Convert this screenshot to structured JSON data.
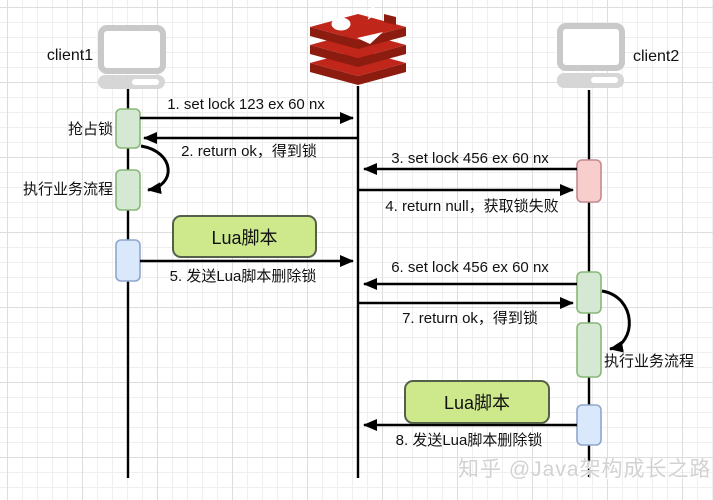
{
  "diagram_title": "Redis distributed lock sequence diagram",
  "actors": {
    "client1": {
      "label": "client1",
      "icon": "computer-icon"
    },
    "redis": {
      "icon": "redis-icon"
    },
    "client2": {
      "label": "client2",
      "icon": "computer-icon"
    }
  },
  "activations": {
    "client1_grab_lock": {
      "label": "抢占锁",
      "color": "#d5e8d4"
    },
    "client1_biz_process": {
      "label": "执行业务流程",
      "color": "#d5e8d4"
    },
    "client1_lua": {
      "label": "",
      "color": "#dae8fc"
    },
    "client2_fail": {
      "label": "",
      "color": "#f8cecc"
    },
    "client2_lock_ok": {
      "label": "",
      "color": "#d5e8d4"
    },
    "client2_biz_process": {
      "label": "执行业务流程",
      "color": "#d5e8d4"
    },
    "client2_lua": {
      "label": "",
      "color": "#dae8fc"
    }
  },
  "messages": [
    {
      "text": "1. set lock 123 ex 60 nx",
      "from": "client1",
      "to": "redis"
    },
    {
      "text": "2. return ok，得到锁",
      "from": "redis",
      "to": "client1"
    },
    {
      "text": "3. set lock 456 ex 60 nx",
      "from": "client2",
      "to": "redis"
    },
    {
      "text": "4. return null，获取锁失败",
      "from": "redis",
      "to": "client2"
    },
    {
      "text": "5. 发送Lua脚本删除锁",
      "from": "client1",
      "to": "redis"
    },
    {
      "text": "6. set lock 456 ex 60 nx",
      "from": "client2",
      "to": "redis"
    },
    {
      "text": "7. return ok，得到锁",
      "from": "redis",
      "to": "client2"
    },
    {
      "text": "8. 发送Lua脚本删除锁",
      "from": "client2",
      "to": "redis"
    }
  ],
  "lua_box_1": {
    "label": "Lua脚本"
  },
  "lua_box_2": {
    "label": "Lua脚本"
  },
  "watermark": "知乎 @Java架构成长之路",
  "colors": {
    "activation_green_fill": "#d5e8d4",
    "activation_green_border": "#88b878",
    "activation_blue_fill": "#dae8fc",
    "activation_blue_border": "#8fa7cc",
    "activation_pink_fill": "#f8cecc",
    "activation_pink_border": "#c48a90",
    "lua_box_fill": "#cde98c",
    "redis_red": "#c0261a",
    "redis_dark_red": "#8c1b10",
    "line_black": "#000000",
    "grid_line": "#e8e8e8"
  }
}
